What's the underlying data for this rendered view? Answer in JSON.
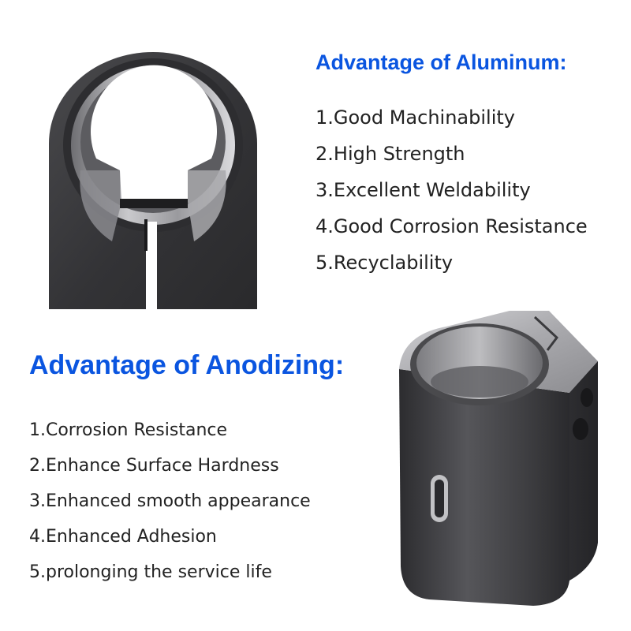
{
  "colors": {
    "heading": "#0a55e0",
    "body_text": "#222222",
    "metal_dark": "#3c3c3e",
    "metal_light": "#b8b8bc"
  },
  "aluminum": {
    "title": "Advantage of Aluminum:",
    "items": [
      "1.Good Machinability",
      "2.High Strength",
      "3.Excellent Weldability",
      "4.Good Corrosion Resistance",
      "5.Recyclability"
    ]
  },
  "anodizing": {
    "title": "Advantage of Anodizing:",
    "items": [
      "1.Corrosion Resistance",
      "2.Enhance Surface Hardness",
      "3.Enhanced smooth appearance",
      "4.Enhanced Adhesion",
      "5.prolonging the service life"
    ]
  },
  "images": {
    "top": "aluminum-clamp-front-view",
    "bottom": "aluminum-clamp-angled-view"
  }
}
